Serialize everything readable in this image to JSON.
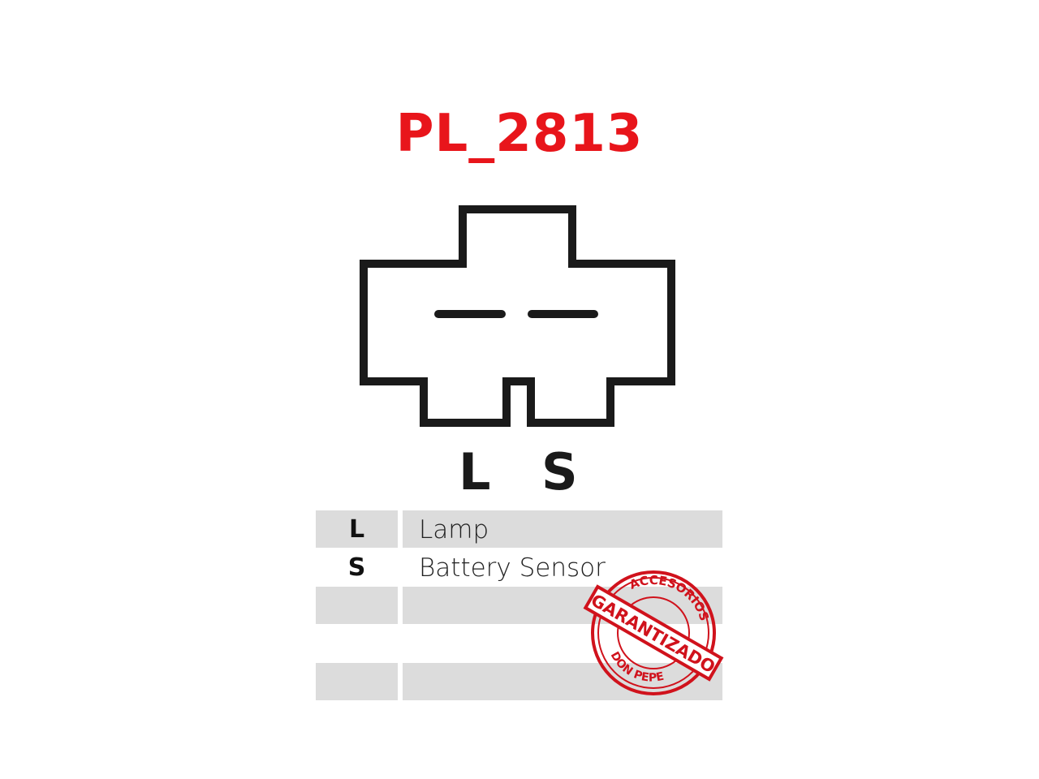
{
  "title": "PL_2813",
  "colors": {
    "title": "#e8151b",
    "stamp": "#d0121c",
    "row_fill": "#dcdcdc"
  },
  "pin_labels": [
    "L",
    "S"
  ],
  "pin_table": [
    {
      "pin": "L",
      "description": "Lamp"
    },
    {
      "pin": "S",
      "description": "Battery Sensor"
    },
    {
      "pin": "",
      "description": ""
    },
    {
      "pin": "",
      "description": ""
    },
    {
      "pin": "",
      "description": ""
    }
  ],
  "stamp": {
    "top": "ACCESORIOS",
    "band": "GARANTIZADO",
    "bottom": "DON PEPE"
  }
}
